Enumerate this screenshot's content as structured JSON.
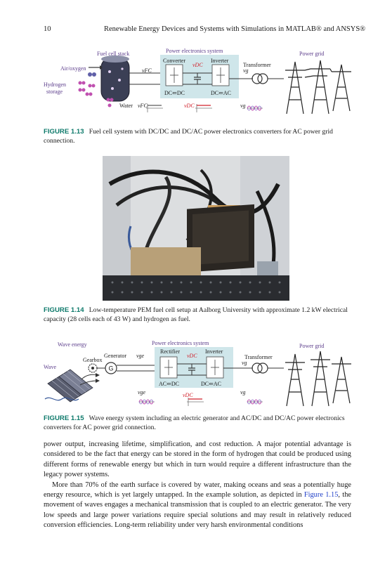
{
  "header": {
    "page_number": "10",
    "running_title": "Renewable Energy Devices and Systems with Simulations in MATLAB® and ANSYS®"
  },
  "fig13": {
    "labels": {
      "fuel_cell_stack": "Fuel cell stack",
      "power_electronics_system": "Power electronics system",
      "power_grid": "Power grid",
      "converter": "Converter",
      "inverter": "Inverter",
      "transformer": "Transformer",
      "air_oxygen": "Air/oxygen",
      "hydrogen": "Hydrogen",
      "storage": "storage",
      "water": "Water",
      "v_fc": "vFC",
      "v_dc": "vDC",
      "v_g": "vg",
      "dc_dc": "DC⇐DC",
      "dc_ac": "DC⇐AC"
    },
    "caption_label": "FIGURE 1.13",
    "caption_text": "Fuel cell system with DC/DC and DC/AC power electronics converters for AC power grid connection."
  },
  "fig14": {
    "caption_label": "FIGURE 1.14",
    "caption_text": "Low-temperature PEM fuel cell setup at Aalborg University with approximate 1.2 kW electrical capacity (28 cells each of 43 W) and hydrogen as fuel."
  },
  "fig15": {
    "labels": {
      "wave_energy": "Wave energy",
      "power_electronics_system": "Power electronics system",
      "power_grid": "Power grid",
      "gearbox": "Gearbox",
      "generator": "Generator",
      "g": "G",
      "rectifier": "Rectifier",
      "inverter": "Inverter",
      "transformer": "Transformer",
      "wave": "Wave",
      "v_ge": "vge",
      "v_dc": "vDC",
      "v_g": "vg",
      "ac_dc": "AC⇐DC",
      "dc_ac": "DC⇐AC"
    },
    "caption_label": "FIGURE 1.15",
    "caption_text": "Wave energy system including an electric generator and AC/DC and DC/AC power electronics converters for AC power grid connection."
  },
  "body": {
    "p1": "power output, increasing lifetime, simplification, and cost reduction. A major potential advantage is considered to be the fact that energy can be stored in the form of hydrogen that could be produced using different forms of renewable energy but which in turn would require a different infrastructure than the legacy power systems.",
    "p2_a": "More than 70% of the earth surface is covered by water, making oceans and seas a potentially huge energy resource, which is yet largely untapped. In the example solution, as depicted in ",
    "p2_ref": "Figure 1.15",
    "p2_b": ", the movement of waves engages a mechanical transmission that is coupled to an electric generator. The very low speeds and large power variations require special solutions and may result in relatively reduced conversion efficiencies. Long-term reliability under very harsh environmental conditions"
  },
  "colors": {
    "caption_accent": "#0e7a6b",
    "diagram_box": "#cfe6ea",
    "signal_red": "#d0202a",
    "label_purple": "#5a3b8a",
    "link_blue": "#2040c8"
  }
}
